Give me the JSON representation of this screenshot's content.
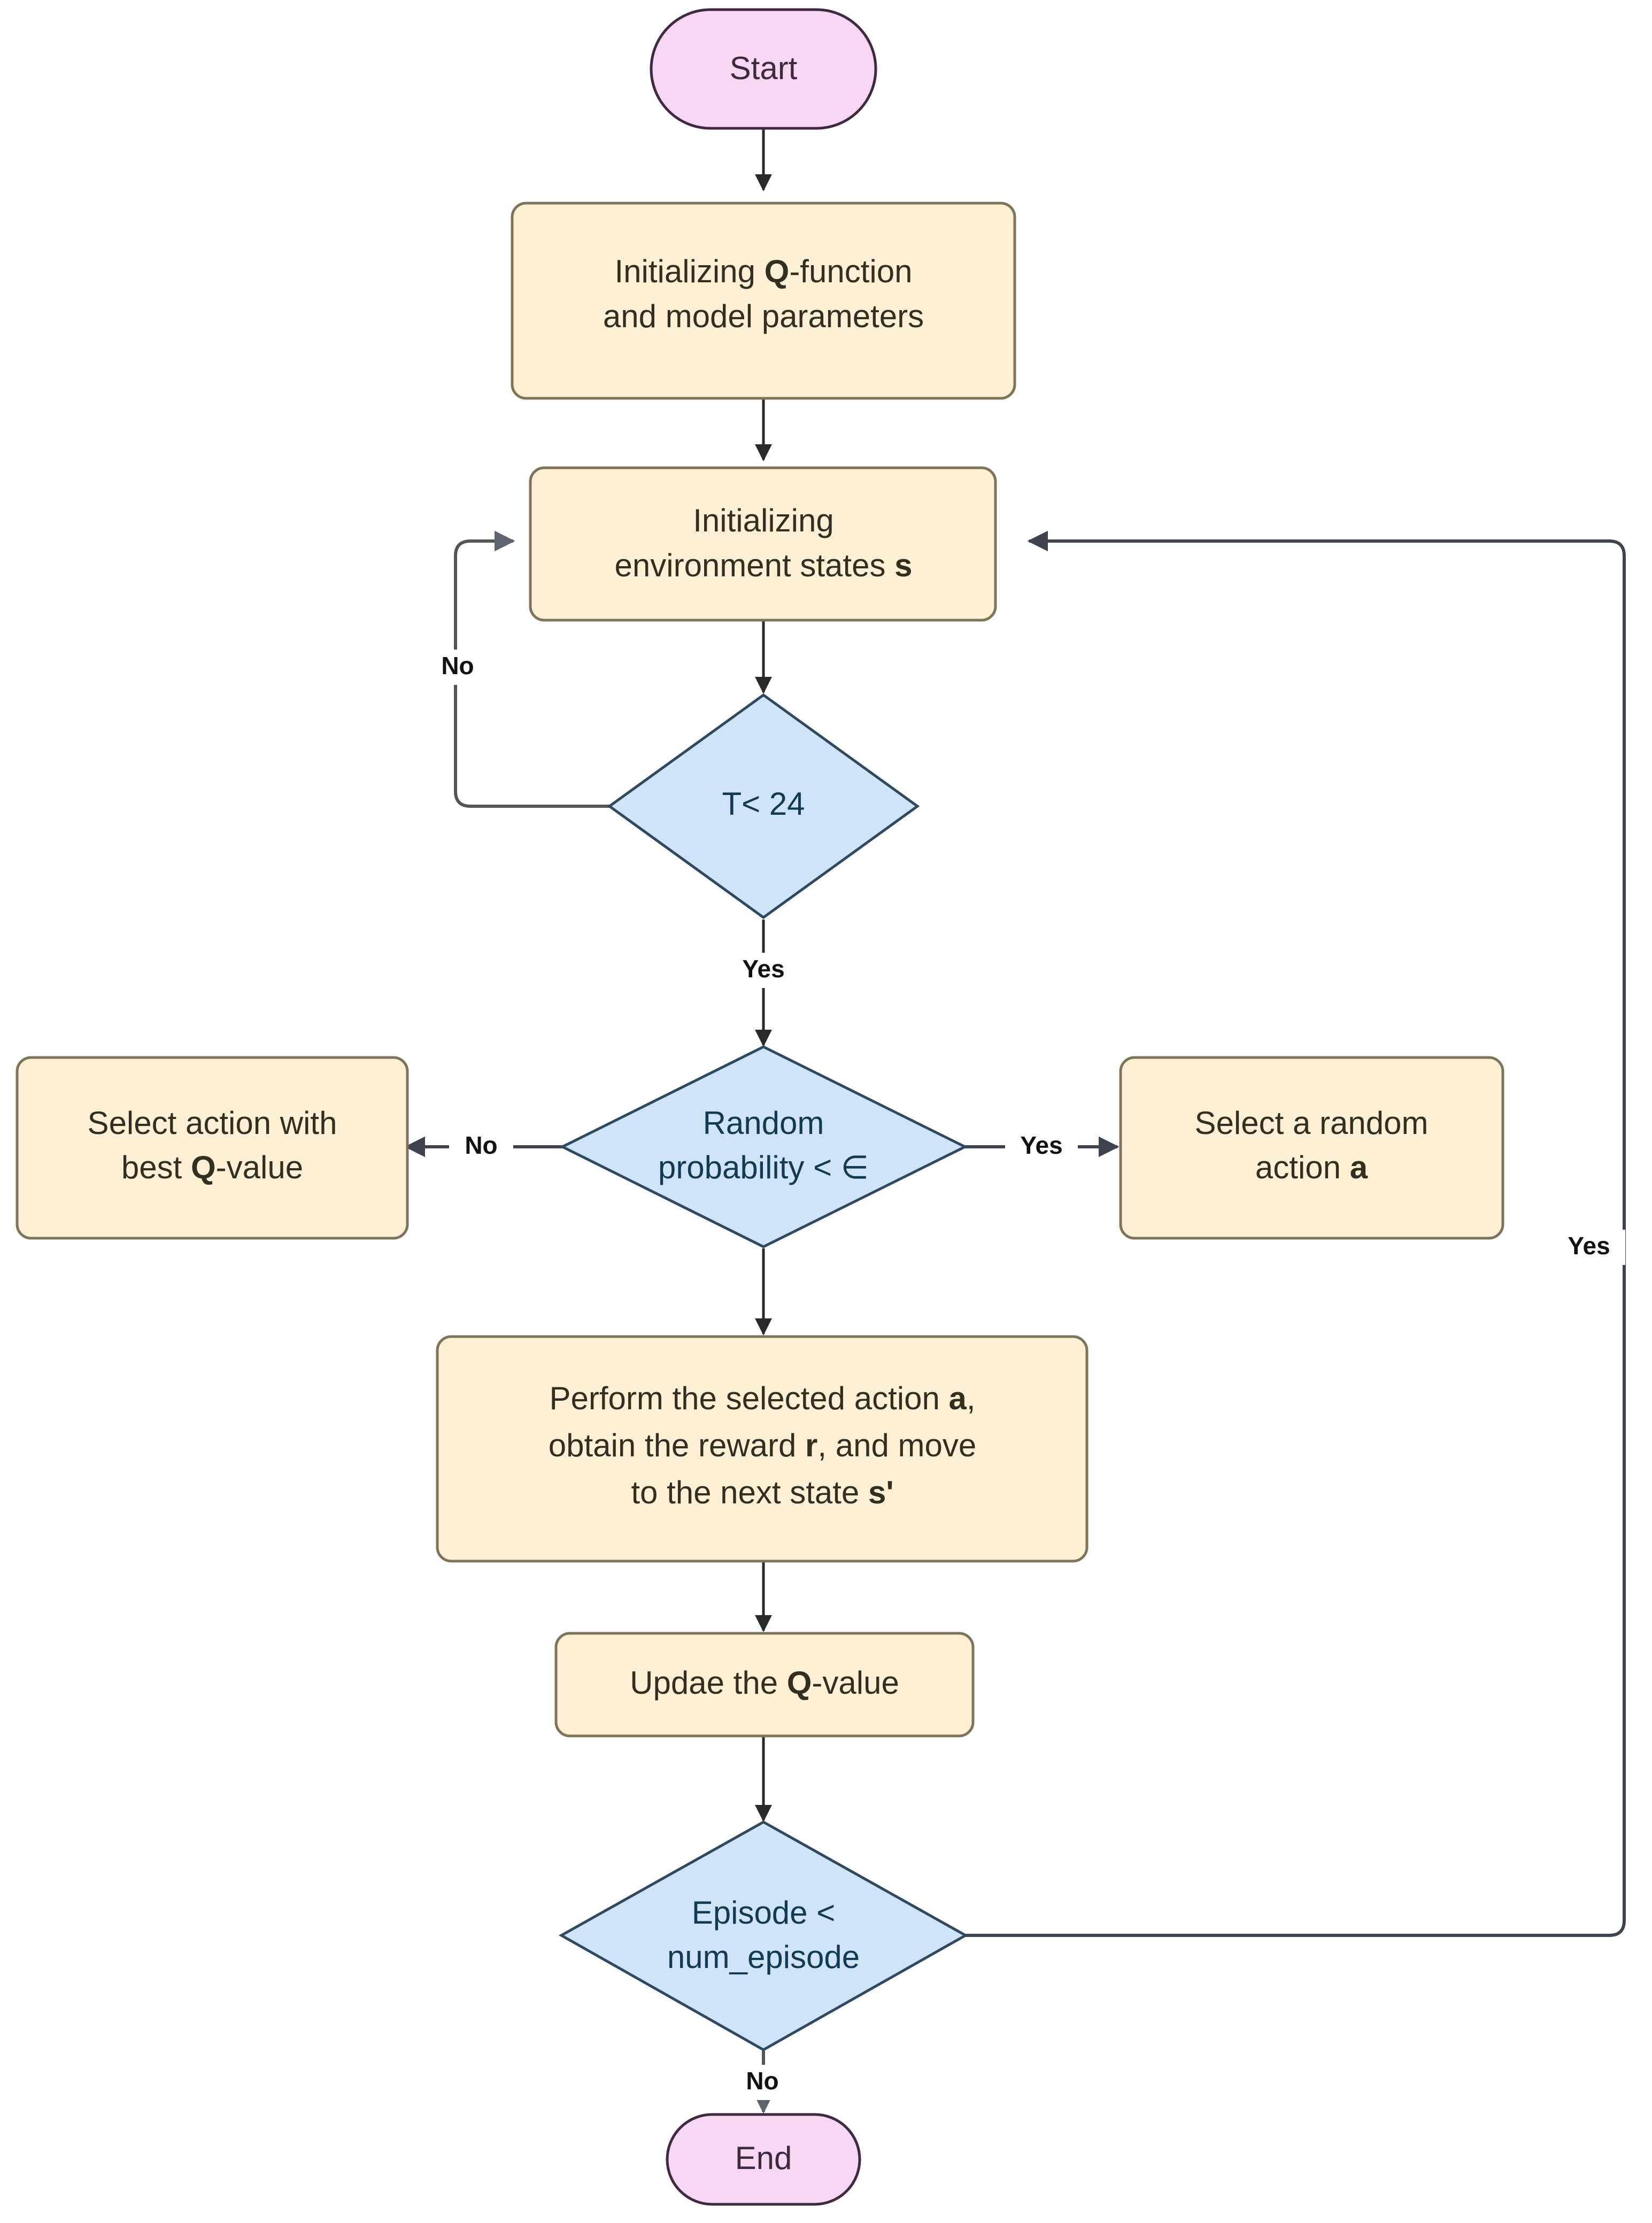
{
  "diagram": {
    "title": "Q-learning algorithm flowchart",
    "colors": {
      "terminal_fill": "#f8d7f5",
      "terminal_stroke": "#3f2a42",
      "process_fill": "#fdf0d5",
      "process_stroke": "#7d7459",
      "decision_fill": "#cfe4f7",
      "decision_stroke": "#2f4a60",
      "edge": "#555555",
      "edge_dark": "#3d4450",
      "background": "#ffffff",
      "label_text": "#111111"
    },
    "nodes": [
      {
        "id": "start",
        "shape": "terminal",
        "label": "Start"
      },
      {
        "id": "init-q",
        "shape": "process",
        "line1": "Initializing ",
        "bold1": "Q",
        "line1b": "-function",
        "line2": "and model parameters"
      },
      {
        "id": "init-env",
        "shape": "process",
        "line1": "Initializing",
        "line2": "environment states ",
        "bold2": "s"
      },
      {
        "id": "t-check",
        "shape": "decision",
        "label": "T< 24"
      },
      {
        "id": "rand-prob",
        "shape": "decision",
        "line1": "Random",
        "line2": "probability < ∈"
      },
      {
        "id": "best-q",
        "shape": "process",
        "line1": "Select action with",
        "line2": "best ",
        "bold2": "Q",
        "line2b": "-value"
      },
      {
        "id": "rand-action",
        "shape": "process",
        "line1": "Select a random",
        "line2": "action ",
        "bold2": "a"
      },
      {
        "id": "perform",
        "shape": "process",
        "line1": "Perform the selected action ",
        "bold1": "a",
        "line1b": ",",
        "line2": "obtain the reward ",
        "bold2": "r",
        "line2b": ", and move",
        "line3": "to the next state ",
        "bold3": "s'"
      },
      {
        "id": "update-q",
        "shape": "process",
        "line1": "Updae the ",
        "bold1": "Q",
        "line1b": "-value"
      },
      {
        "id": "episode",
        "shape": "decision",
        "line1": "Episode <",
        "line2": "num_episode"
      },
      {
        "id": "end",
        "shape": "terminal",
        "label": "End"
      }
    ],
    "edges": [
      {
        "from": "start",
        "to": "init-q",
        "label": ""
      },
      {
        "from": "init-q",
        "to": "init-env",
        "label": ""
      },
      {
        "from": "init-env",
        "to": "t-check",
        "label": ""
      },
      {
        "from": "t-check",
        "to": "init-env",
        "label": "No"
      },
      {
        "from": "t-check",
        "to": "rand-prob",
        "label": "Yes"
      },
      {
        "from": "rand-prob",
        "to": "best-q",
        "label": "No"
      },
      {
        "from": "rand-prob",
        "to": "rand-action",
        "label": "Yes"
      },
      {
        "from": "rand-prob",
        "to": "perform",
        "label": ""
      },
      {
        "from": "perform",
        "to": "update-q",
        "label": ""
      },
      {
        "from": "update-q",
        "to": "episode",
        "label": ""
      },
      {
        "from": "episode",
        "to": "init-env",
        "label": "Yes"
      },
      {
        "from": "episode",
        "to": "end",
        "label": "No"
      }
    ],
    "edge_labels": {
      "t_no": "No",
      "t_yes": "Yes",
      "rand_no": "No",
      "rand_yes": "Yes",
      "episode_yes": "Yes",
      "episode_no": "No"
    },
    "text": {
      "start": "Start",
      "end": "End",
      "t_check": "T< 24",
      "init_q_l1_a": "Initializing ",
      "init_q_l1_b": "Q",
      "init_q_l1_c": "-function",
      "init_q_l2": "and model parameters",
      "init_env_l1": "Initializing",
      "init_env_l2_a": "environment states ",
      "init_env_l2_b": "s",
      "rand_l1": "Random",
      "rand_l2": "probability < ∈",
      "bestq_l1": "Select action with",
      "bestq_l2_a": "best ",
      "bestq_l2_b": "Q",
      "bestq_l2_c": "-value",
      "randact_l1": "Select a random",
      "randact_l2_a": "action ",
      "randact_l2_b": "a",
      "perform_l1_a": "Perform the selected action ",
      "perform_l1_b": "a",
      "perform_l1_c": ",",
      "perform_l2_a": "obtain the reward ",
      "perform_l2_b": "r",
      "perform_l2_c": ", and move",
      "perform_l3_a": "to the next state ",
      "perform_l3_b": "s'",
      "update_l1_a": "Updae the ",
      "update_l1_b": "Q",
      "update_l1_c": "-value",
      "episode_l1": "Episode <",
      "episode_l2": "num_episode"
    }
  }
}
